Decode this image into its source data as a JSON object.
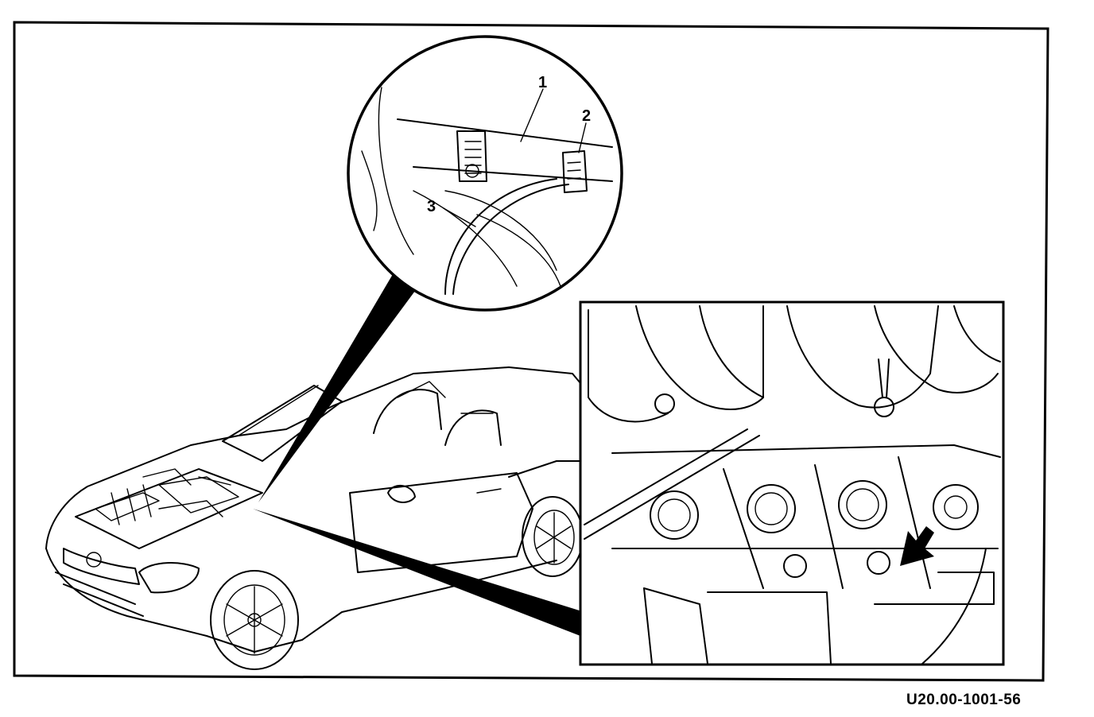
{
  "figure_id": "U20.00-1001-56",
  "callouts": [
    {
      "label": "1"
    },
    {
      "label": "2"
    },
    {
      "label": "3"
    }
  ]
}
